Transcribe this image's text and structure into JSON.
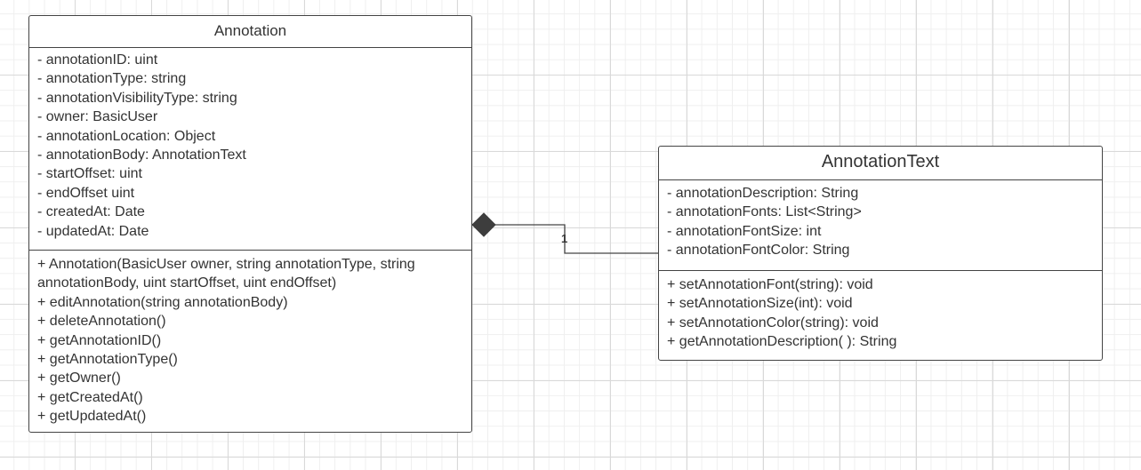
{
  "classes": {
    "annotation": {
      "name": "Annotation",
      "attributes": [
        "- annotationID:  uint",
        "- annotationType: string",
        "- annotationVisibilityType: string",
        "- owner: BasicUser",
        "- annotationLocation: Object",
        "- annotationBody: AnnotationText",
        "- startOffset: uint",
        "- endOffset uint",
        "- createdAt: Date",
        "- updatedAt: Date"
      ],
      "operations": [
        "+ Annotation(BasicUser owner, string annotationType, string annotationBody, uint startOffset, uint endOffset)",
        "+ editAnnotation(string annotationBody)",
        "+ deleteAnnotation()",
        "+ getAnnotationID()",
        "+ getAnnotationType()",
        "+ getOwner()",
        "+ getCreatedAt()",
        "+ getUpdatedAt()"
      ]
    },
    "annotation_text": {
      "name": "AnnotationText",
      "attributes": [
        "- annotationDescription: String",
        "- annotationFonts: List<String>",
        "- annotationFontSize: int",
        "- annotationFontColor: String"
      ],
      "operations": [
        "+ setAnnotationFont(string): void",
        "+ setAnnotationSize(int): void",
        "+ setAnnotationColor(string): void",
        "+ getAnnotationDescription( ): String"
      ]
    }
  },
  "relationship": {
    "type": "composition",
    "multiplicity": "1"
  },
  "colors": {
    "line": "#444444",
    "diamond": "#3d3d3d",
    "text": "#333333"
  }
}
